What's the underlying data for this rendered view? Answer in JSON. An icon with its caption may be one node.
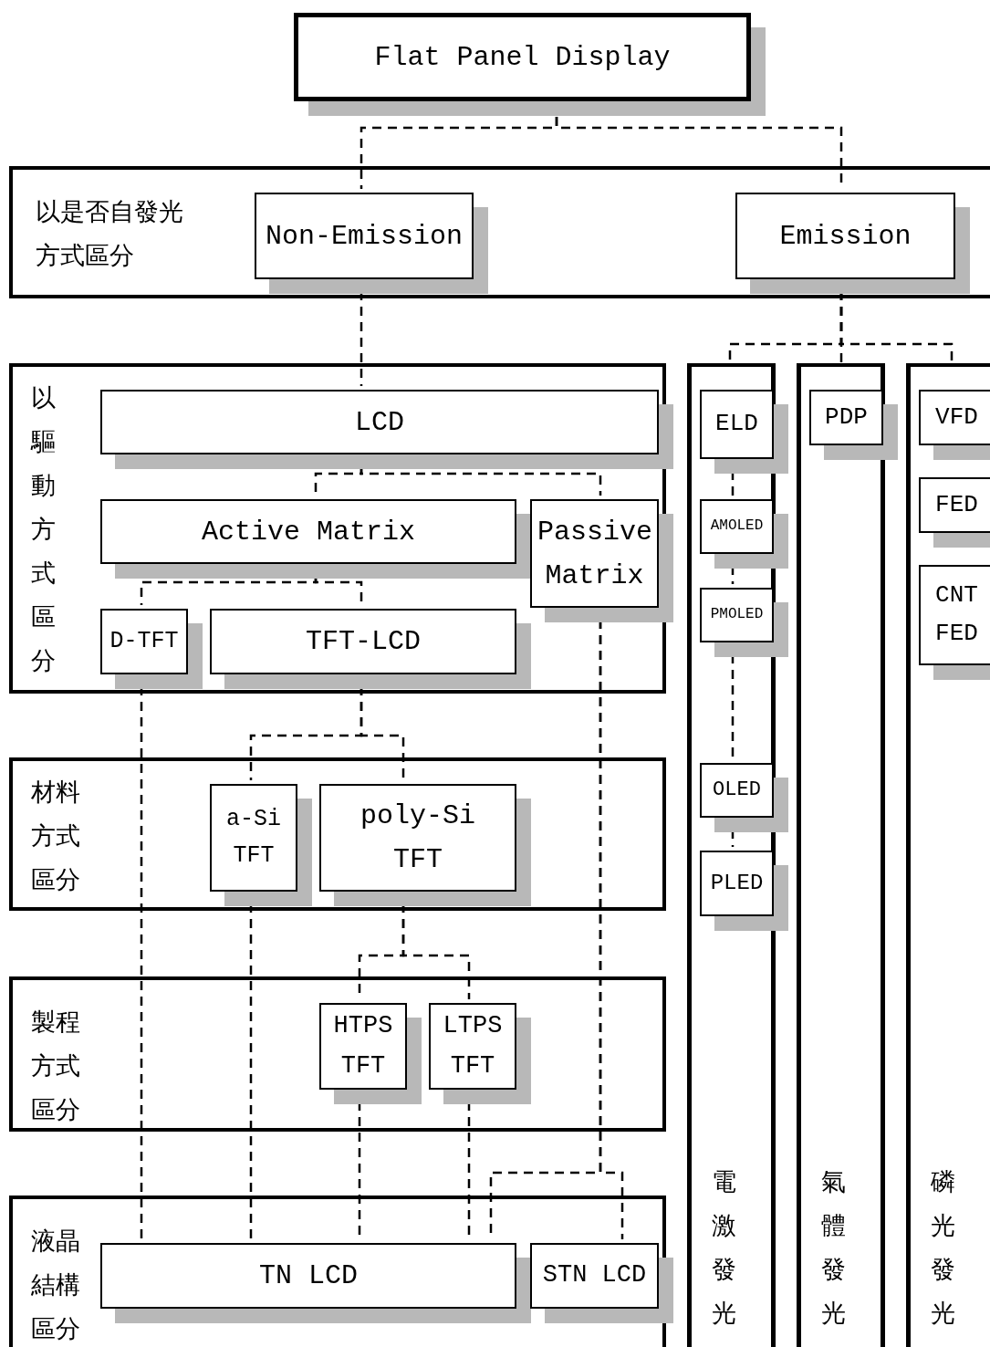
{
  "diagram": {
    "nodes": [
      {
        "text": [
          "Flat Panel Display"
        ]
      },
      {
        "text": [
          "以是否自發光方式區分"
        ]
      },
      {
        "text": [
          "Non-Emission"
        ],
        "in": 1
      },
      {
        "text": [
          "Emission"
        ],
        "in": 1
      },
      {
        "text": [
          "以驅動方式區分"
        ]
      },
      {
        "text": [
          "LCD"
        ],
        "in": 4
      },
      {
        "text": [
          "Active Matrix"
        ],
        "in": 4
      },
      {
        "text": [
          "Passive Matrix"
        ],
        "in": 4
      },
      {
        "text": [
          "D-TFT"
        ],
        "in": 4
      },
      {
        "text": [
          "TFT-LCD"
        ],
        "in": 4
      },
      {
        "text": [
          "電激發光"
        ]
      },
      {
        "text": [
          "ELD"
        ],
        "in": 10
      },
      {
        "text": [
          "AMOLED"
        ],
        "in": 10
      },
      {
        "text": [
          "PMOLED"
        ],
        "in": 10
      },
      {
        "text": [
          "OLED"
        ],
        "in": 10
      },
      {
        "text": [
          "PLED"
        ],
        "in": 10
      },
      {
        "text": [
          "氣體發光"
        ]
      },
      {
        "text": [
          "PDP"
        ],
        "in": 16
      },
      {
        "text": [
          "磷光發光"
        ]
      },
      {
        "text": [
          "VFD"
        ],
        "in": 18
      },
      {
        "text": [
          "FED"
        ],
        "in": 18
      },
      {
        "text": [
          "CNT FED"
        ],
        "in": 18
      },
      {
        "text": [
          "材料方式區分"
        ]
      },
      {
        "text": [
          "a-Si TFT"
        ],
        "in": 22
      },
      {
        "text": [
          "poly-Si TFT"
        ],
        "in": 22
      },
      {
        "text": [
          "製程方式區分"
        ]
      },
      {
        "text": [
          "HTPS TFT"
        ],
        "in": 25
      },
      {
        "text": [
          "LTPS TFT"
        ],
        "in": 25
      },
      {
        "text": [
          "液晶結構區分"
        ]
      },
      {
        "text": [
          "TN LCD"
        ],
        "in": 28
      },
      {
        "text": [
          "STN LCD"
        ],
        "in": 28
      }
    ],
    "edges": [
      {
        "from": 0,
        "to": 2,
        "arrow": "none"
      },
      {
        "from": 0,
        "to": 3,
        "arrow": "none"
      },
      {
        "from": 2,
        "to": 5,
        "arrow": "none"
      },
      {
        "from": 3,
        "to": 10,
        "arrow": "none"
      },
      {
        "from": 3,
        "to": 16,
        "arrow": "none"
      },
      {
        "from": 3,
        "to": 18,
        "arrow": "none"
      },
      {
        "from": 5,
        "to": 6,
        "arrow": "none"
      },
      {
        "from": 5,
        "to": 7,
        "arrow": "none"
      },
      {
        "from": 6,
        "to": 8,
        "arrow": "none"
      },
      {
        "from": 6,
        "to": 9,
        "arrow": "none"
      },
      {
        "from": 11,
        "to": 12,
        "arrow": "none"
      },
      {
        "from": 12,
        "to": 13,
        "arrow": "none"
      },
      {
        "from": 13,
        "to": 14,
        "arrow": "none"
      },
      {
        "from": 14,
        "to": 15,
        "arrow": "none"
      },
      {
        "from": 9,
        "to": 23,
        "arrow": "none"
      },
      {
        "from": 9,
        "to": 24,
        "arrow": "none"
      },
      {
        "from": 24,
        "to": 26,
        "arrow": "none"
      },
      {
        "from": 24,
        "to": 27,
        "arrow": "none"
      },
      {
        "from": 8,
        "to": 29,
        "arrow": "none"
      },
      {
        "from": 23,
        "to": 29,
        "arrow": "none"
      },
      {
        "from": 26,
        "to": 29,
        "arrow": "none"
      },
      {
        "from": 27,
        "to": 29,
        "arrow": "none"
      },
      {
        "from": 7,
        "to": 29,
        "arrow": "none"
      },
      {
        "from": 7,
        "to": 30,
        "arrow": "none"
      }
    ]
  }
}
